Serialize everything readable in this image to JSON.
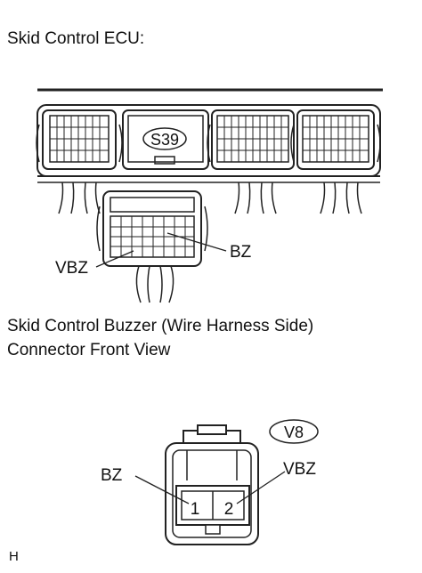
{
  "title": "Skid Control ECU:",
  "ecu": {
    "connector_code": "S39",
    "pin_labels": {
      "bz": "BZ",
      "vbz": "VBZ"
    }
  },
  "buzzer": {
    "caption_line1": "Skid Control Buzzer (Wire Harness Side)",
    "caption_line2": "Connector Front View",
    "connector_code": "V8",
    "pin_labels": {
      "bz": "BZ",
      "vbz": "VBZ"
    },
    "pins": {
      "pin1": "1",
      "pin2": "2"
    }
  },
  "corner_mark": "H"
}
